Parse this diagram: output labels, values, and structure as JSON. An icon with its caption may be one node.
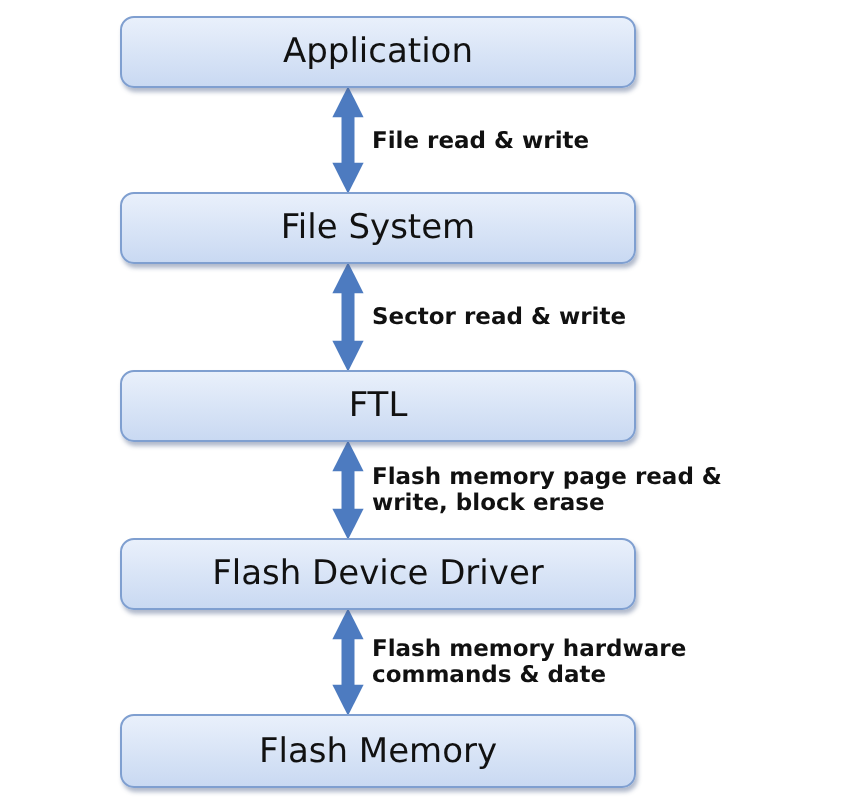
{
  "diagram": {
    "nodes": [
      {
        "text": [
          "Application"
        ]
      },
      {
        "text": [
          "File System"
        ]
      },
      {
        "text": [
          "FTL"
        ]
      },
      {
        "text": [
          "Flash Device Driver"
        ]
      },
      {
        "text": [
          "Flash Memory"
        ]
      }
    ],
    "edges": [
      {
        "from": 0,
        "to": 1,
        "arrow": "both",
        "label": "File read & write"
      },
      {
        "from": 1,
        "to": 2,
        "arrow": "both",
        "label": "Sector read & write"
      },
      {
        "from": 2,
        "to": 3,
        "arrow": "both",
        "label": "Flash memory page read & write, block erase"
      },
      {
        "from": 3,
        "to": 4,
        "arrow": "both",
        "label": "Flash memory hardware commands & date"
      }
    ]
  }
}
